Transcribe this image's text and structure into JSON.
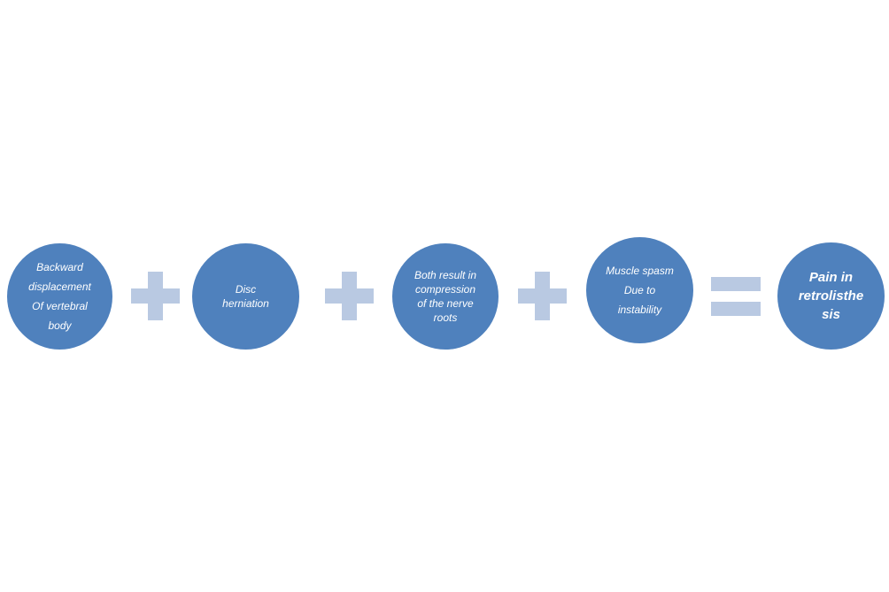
{
  "diagram": {
    "colors": {
      "circle_fill": "#4f81bd",
      "operator_fill": "#b9c9e2",
      "text": "#ffffff"
    },
    "nodes": [
      {
        "lines": [
          "Backward",
          "displacement",
          "Of vertebral",
          "body"
        ]
      },
      {
        "lines": [
          "Disc",
          "herniation"
        ]
      },
      {
        "lines": [
          "Both result in",
          "compression",
          "of the nerve",
          "roots"
        ]
      },
      {
        "lines": [
          "Muscle spasm",
          "Due to",
          "instability"
        ]
      },
      {
        "lines": [
          "Pain in",
          "retrolisthe",
          "sis"
        ]
      }
    ],
    "operators": [
      "plus",
      "plus",
      "plus",
      "equals"
    ]
  }
}
